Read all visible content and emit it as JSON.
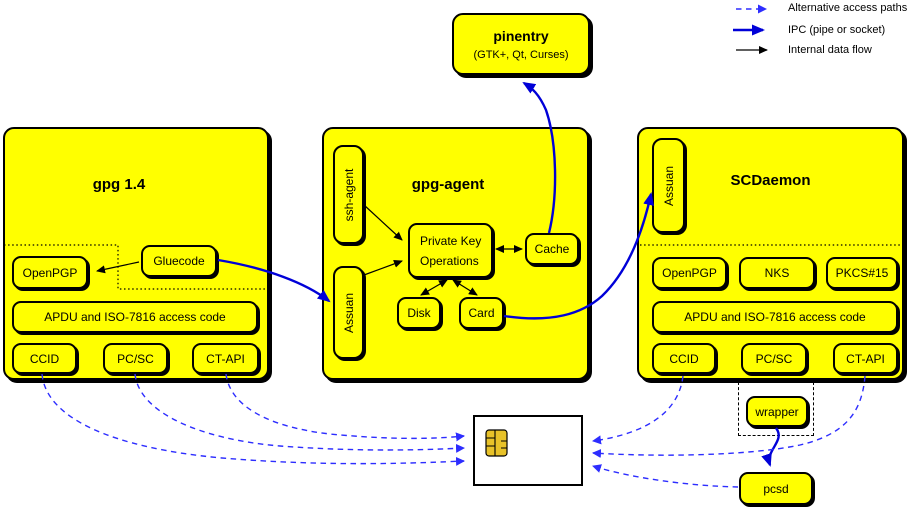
{
  "legend": {
    "alt_label": "Alternative access paths",
    "ipc_label": "IPC (pipe or socket)",
    "internal_label": "Internal data flow"
  },
  "pinentry": {
    "title": "pinentry",
    "subtitle": "(GTK+, Qt, Curses)"
  },
  "gpg14": {
    "title": "gpg 1.4",
    "openpgp": "OpenPGP",
    "gluecode": "Gluecode",
    "apdu": "APDU and ISO-7816 access code",
    "ccid": "CCID",
    "pcsc": "PC/SC",
    "ctapi": "CT-API"
  },
  "gpg_agent": {
    "title": "gpg-agent",
    "ssh_agent": "ssh-agent",
    "assuan": "Assuan",
    "private_key_ops_line1": "Private Key",
    "private_key_ops_line2": "Operations",
    "cache": "Cache",
    "disk": "Disk",
    "card": "Card"
  },
  "scdaemon": {
    "title": "SCDaemon",
    "assuan": "Assuan",
    "openpgp": "OpenPGP",
    "nks": "NKS",
    "pkcs15": "PKCS#15",
    "apdu": "APDU and ISO-7816 access code",
    "ccid": "CCID",
    "pcsc": "PC/SC",
    "ctapi": "CT-API",
    "wrapper": "wrapper",
    "pcsd": "pcsd"
  },
  "colors": {
    "module_fill": "#ffff00",
    "outline": "#000000",
    "ipc_arrow": "#0000d8",
    "alternative_path": "#2d2dff",
    "internal_arrow": "#000000",
    "card_fill": "#ffffff",
    "chip_fill": "#e8c229"
  }
}
